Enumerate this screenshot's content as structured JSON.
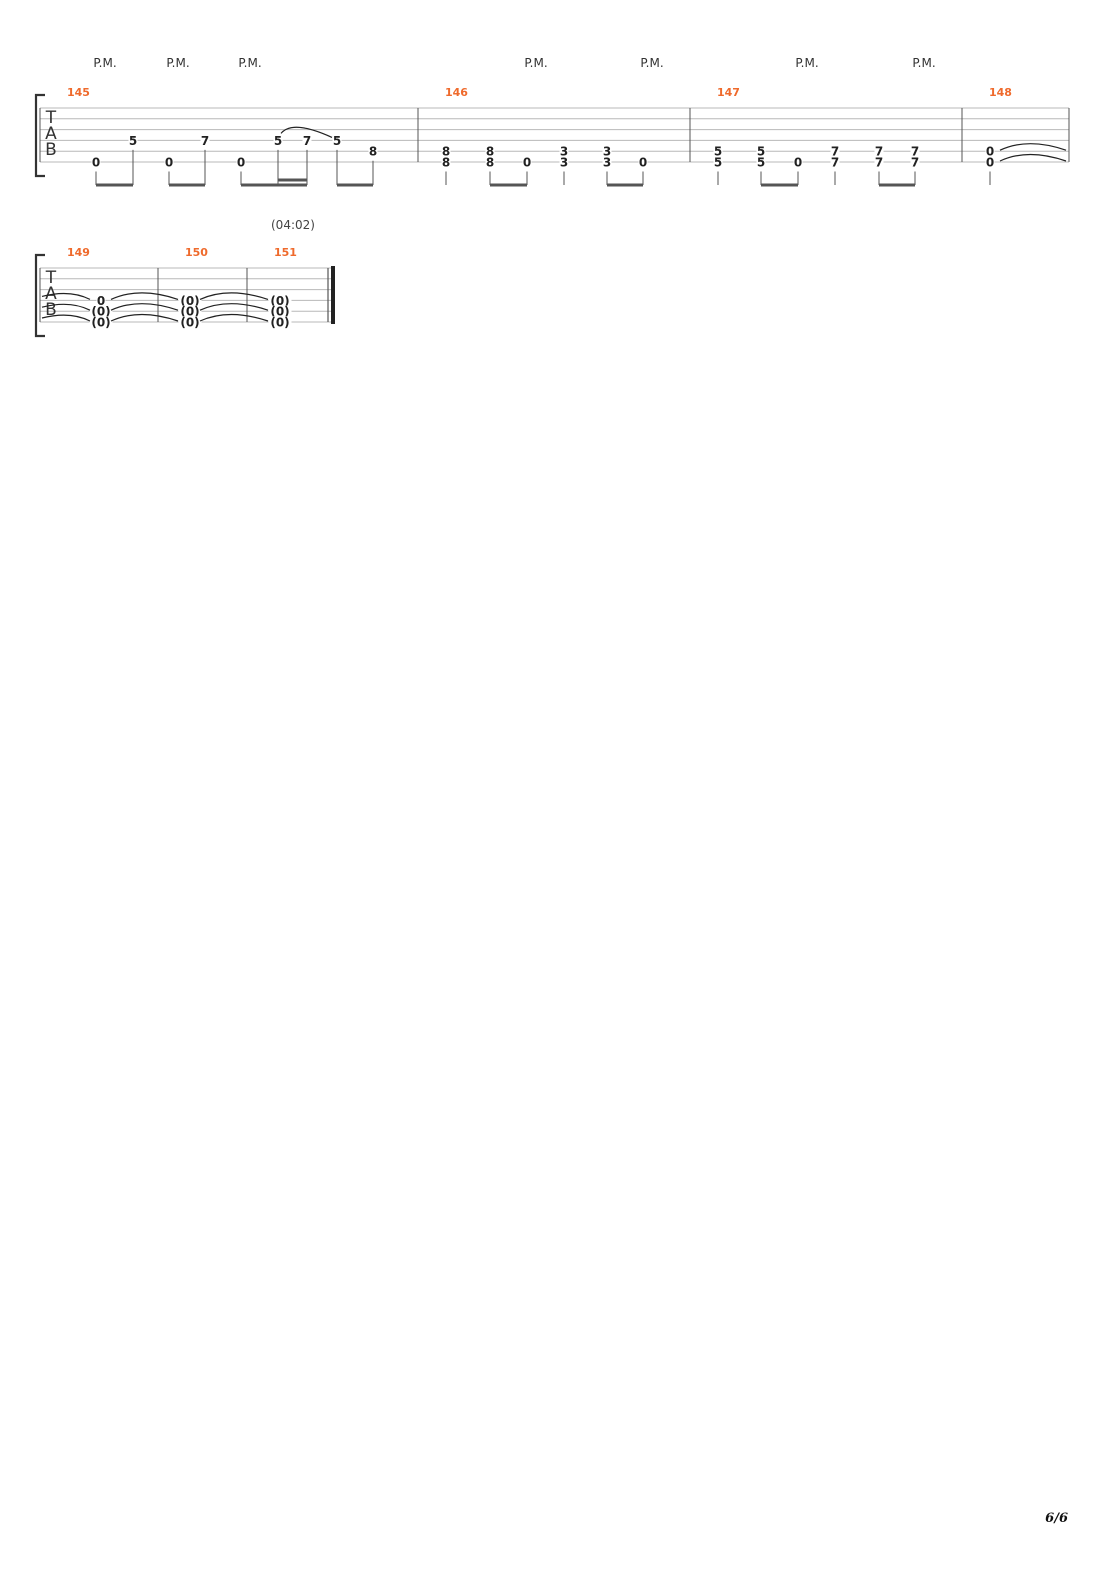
{
  "tablature": {
    "clef_letters": [
      "T",
      "A",
      "B"
    ],
    "palm_mute_label": "P.M.",
    "time_marker": "(04:02)",
    "page_number": "6/6",
    "accent_color": "#ef6a2c",
    "systems": [
      {
        "measures": [
          {
            "number": "145",
            "beats": [
              {
                "notes": [
                  {
                    "string": 6,
                    "fret": "0"
                  }
                ],
                "palm_mute": true
              },
              {
                "notes": [
                  {
                    "string": 4,
                    "fret": "5"
                  }
                ]
              },
              {
                "notes": [
                  {
                    "string": 6,
                    "fret": "0"
                  }
                ],
                "palm_mute": true
              },
              {
                "notes": [
                  {
                    "string": 4,
                    "fret": "7"
                  }
                ]
              },
              {
                "notes": [
                  {
                    "string": 6,
                    "fret": "0"
                  }
                ],
                "palm_mute": true
              },
              {
                "notes": [
                  {
                    "string": 4,
                    "fret": "5"
                  }
                ],
                "slur_to_next": true
              },
              {
                "notes": [
                  {
                    "string": 4,
                    "fret": "7"
                  }
                ]
              },
              {
                "notes": [
                  {
                    "string": 4,
                    "fret": "5"
                  }
                ]
              },
              {
                "notes": [
                  {
                    "string": 5,
                    "fret": "8"
                  }
                ]
              }
            ]
          },
          {
            "number": "146",
            "beats": [
              {
                "notes": [
                  {
                    "string": 5,
                    "fret": "8"
                  },
                  {
                    "string": 6,
                    "fret": "8"
                  }
                ]
              },
              {
                "notes": [
                  {
                    "string": 5,
                    "fret": "8"
                  },
                  {
                    "string": 6,
                    "fret": "8"
                  }
                ]
              },
              {
                "notes": [
                  {
                    "string": 6,
                    "fret": "0"
                  }
                ],
                "palm_mute": true
              },
              {
                "notes": [
                  {
                    "string": 5,
                    "fret": "3"
                  },
                  {
                    "string": 6,
                    "fret": "3"
                  }
                ]
              },
              {
                "notes": [
                  {
                    "string": 5,
                    "fret": "3"
                  },
                  {
                    "string": 6,
                    "fret": "3"
                  }
                ]
              },
              {
                "notes": [
                  {
                    "string": 6,
                    "fret": "0"
                  }
                ],
                "palm_mute": true
              }
            ]
          },
          {
            "number": "147",
            "beats": [
              {
                "notes": [
                  {
                    "string": 5,
                    "fret": "5"
                  },
                  {
                    "string": 6,
                    "fret": "5"
                  }
                ]
              },
              {
                "notes": [
                  {
                    "string": 5,
                    "fret": "5"
                  },
                  {
                    "string": 6,
                    "fret": "5"
                  }
                ]
              },
              {
                "notes": [
                  {
                    "string": 6,
                    "fret": "0"
                  }
                ],
                "palm_mute": true
              },
              {
                "notes": [
                  {
                    "string": 5,
                    "fret": "7"
                  },
                  {
                    "string": 6,
                    "fret": "7"
                  }
                ]
              },
              {
                "notes": [
                  {
                    "string": 5,
                    "fret": "7"
                  },
                  {
                    "string": 6,
                    "fret": "7"
                  }
                ]
              },
              {
                "notes": [
                  {
                    "string": 5,
                    "fret": "7"
                  },
                  {
                    "string": 6,
                    "fret": "7"
                  }
                ],
                "palm_mute": true
              }
            ]
          },
          {
            "number": "148",
            "beats": [
              {
                "notes": [
                  {
                    "string": 5,
                    "fret": "0"
                  },
                  {
                    "string": 6,
                    "fret": "0"
                  }
                ],
                "tied_to_next": true
              }
            ]
          }
        ]
      },
      {
        "time_marker_shown": true,
        "measures": [
          {
            "number": "149",
            "beats": [
              {
                "notes": [
                  {
                    "string": 4,
                    "fret": "0"
                  },
                  {
                    "string": 5,
                    "fret": "(0)"
                  },
                  {
                    "string": 6,
                    "fret": "(0)"
                  }
                ],
                "tied_to_next": true
              }
            ]
          },
          {
            "number": "150",
            "beats": [
              {
                "notes": [
                  {
                    "string": 4,
                    "fret": "(0)"
                  },
                  {
                    "string": 5,
                    "fret": "(0)"
                  },
                  {
                    "string": 6,
                    "fret": "(0)"
                  }
                ],
                "tied_to_next": true
              }
            ]
          },
          {
            "number": "151",
            "beats": [
              {
                "notes": [
                  {
                    "string": 4,
                    "fret": "(0)"
                  },
                  {
                    "string": 5,
                    "fret": "(0)"
                  },
                  {
                    "string": 6,
                    "fret": "(0)"
                  }
                ]
              }
            ]
          }
        ]
      }
    ]
  }
}
